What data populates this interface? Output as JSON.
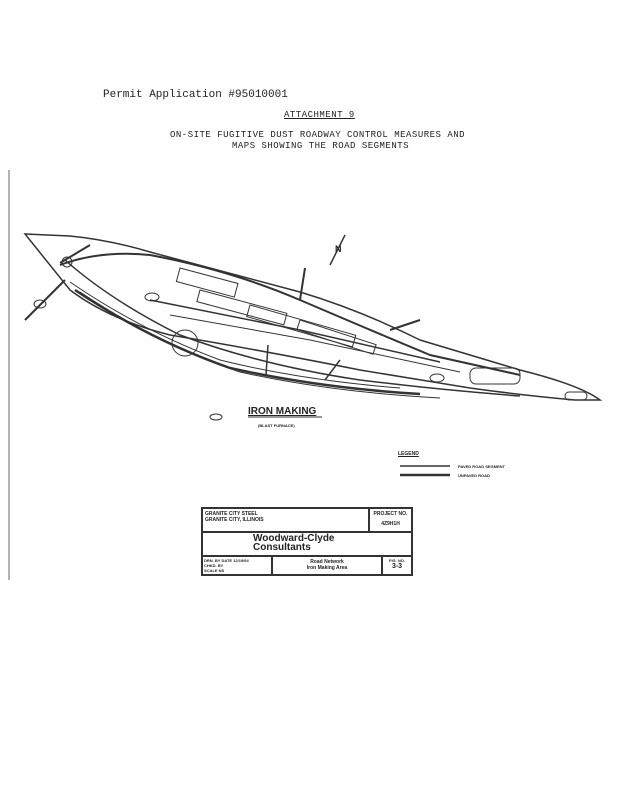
{
  "header": {
    "permit": "Permit Application #95010001",
    "attachment": "ATTACHMENT 9",
    "subtitle_line1": "ON-SITE FUGITIVE DUST ROADWAY CONTROL MEASURES AND",
    "subtitle_line2": "MAPS SHOWING THE ROAD SEGMENTS"
  },
  "map": {
    "title": "IRON MAKING",
    "subtitle": "(BLAST FURNACE)",
    "north": "N",
    "legend_title": "LEGEND",
    "legend_items": [
      "PAVED ROAD SEGMENT",
      "UNPAVED ROAD"
    ]
  },
  "title_block": {
    "client_line1": "GRANITE CITY STEEL",
    "client_line2": "GRANITE CITY, ILLINOIS",
    "project_label": "PROJECT NO.",
    "project_no": "4Z9H1H",
    "company_line1": "Woodward-Clyde",
    "company_line2": "Consultants",
    "drawn": "DRN. BY  DATE 12/19/94",
    "checked": "CHKD. BY",
    "scale": "SCALE NS",
    "drawing_title1": "Road Network",
    "drawing_title2": "Iron Making Area",
    "fig_label": "FIG. NO.",
    "fig_no": "3-3"
  }
}
